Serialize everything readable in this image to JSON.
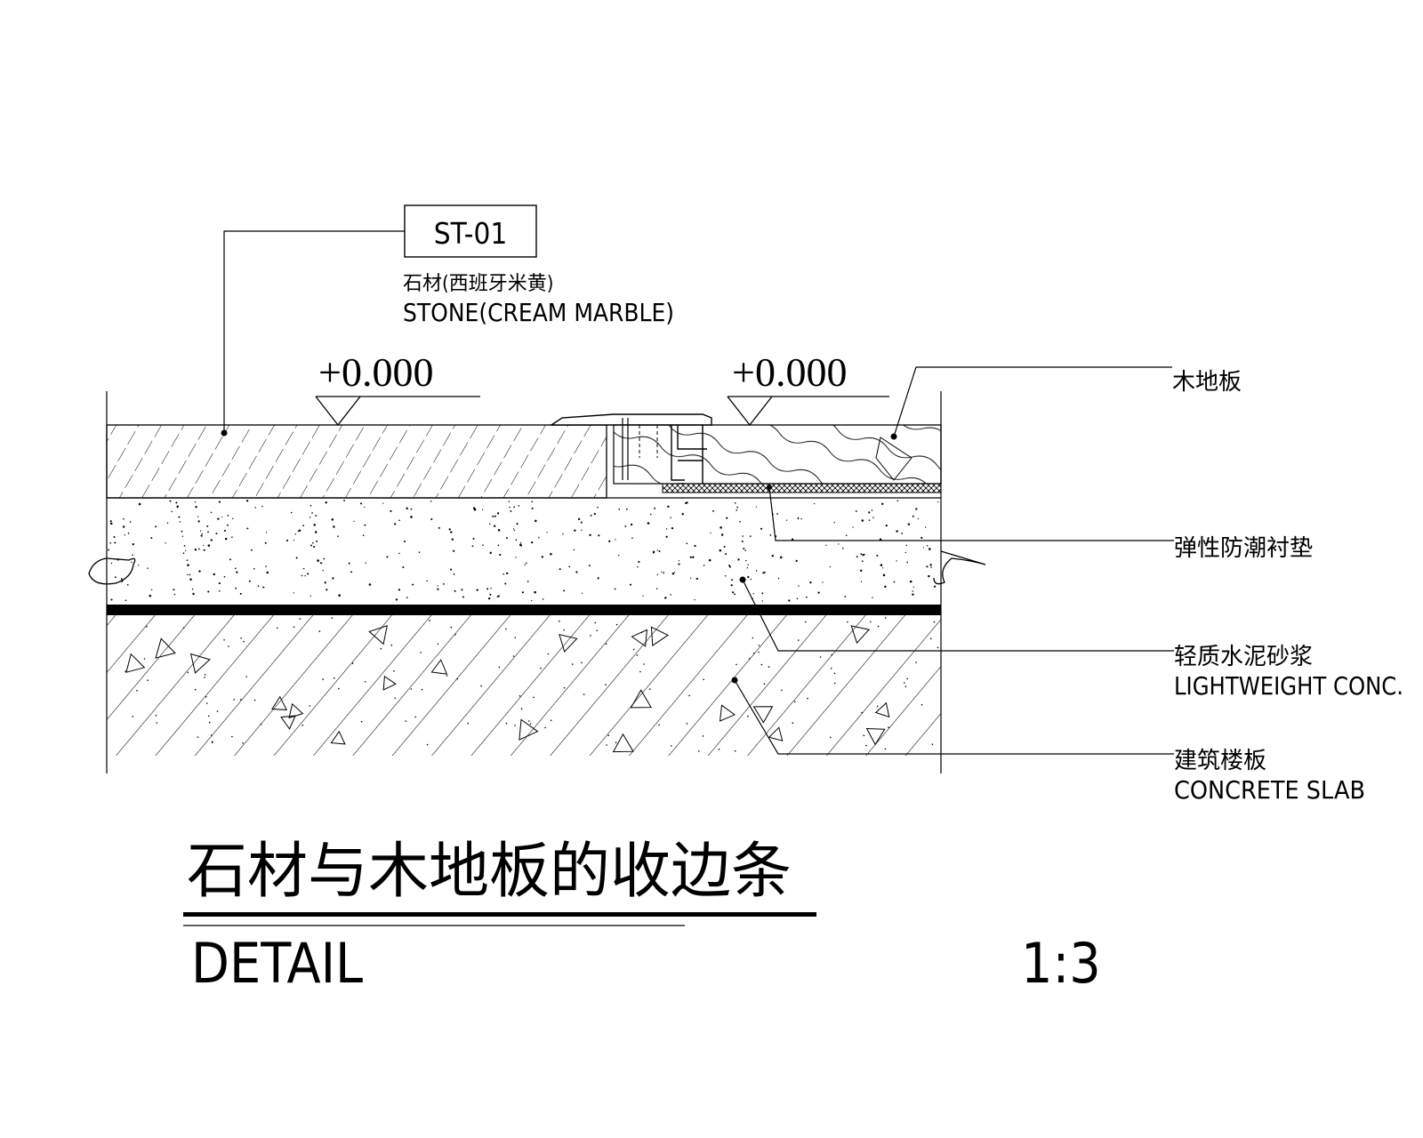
{
  "tag": {
    "code": "ST-01"
  },
  "materials": {
    "stone_cn": "石材(西班牙米黄)",
    "stone_en": "STONE(CREAM MARBLE)",
    "wood_cn": "木地板",
    "underlay_cn": "弹性防潮衬垫",
    "mortar_cn": "轻质水泥砂浆",
    "mortar_en": "LIGHTWEIGHT CONC.",
    "slab_cn": "建筑楼板",
    "slab_en": "CONCRETE SLAB"
  },
  "levels": {
    "left": "+0.000",
    "right": "+0.000"
  },
  "title": {
    "main": "石材与木地板的收边条",
    "sub": "DETAIL",
    "scale": "1:3"
  },
  "colors": {
    "line": "#000000",
    "background": "#ffffff"
  }
}
